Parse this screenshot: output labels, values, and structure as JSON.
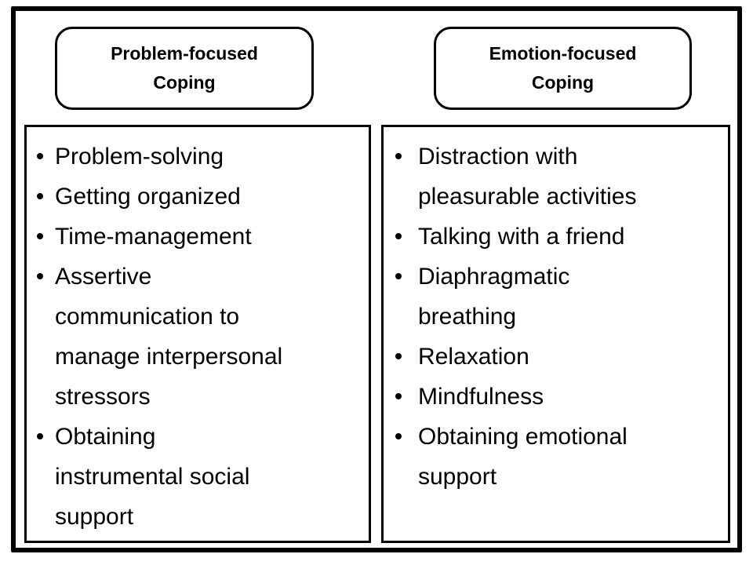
{
  "diagram": {
    "columns": [
      {
        "title": "Problem-focused Coping",
        "items": [
          "Problem-solving",
          "Getting organized",
          "Time-management",
          "Assertive communication to manage interpersonal stressors",
          "Obtaining instrumental social support"
        ]
      },
      {
        "title": "Emotion-focused Coping",
        "items": [
          "Distraction with pleasurable activities",
          "Talking with a friend",
          "Diaphragmatic breathing",
          "Relaxation",
          "Mindfulness",
          "Obtaining emotional support"
        ]
      }
    ]
  },
  "colors": {
    "ink": "#000000",
    "paper": "#ffffff"
  }
}
